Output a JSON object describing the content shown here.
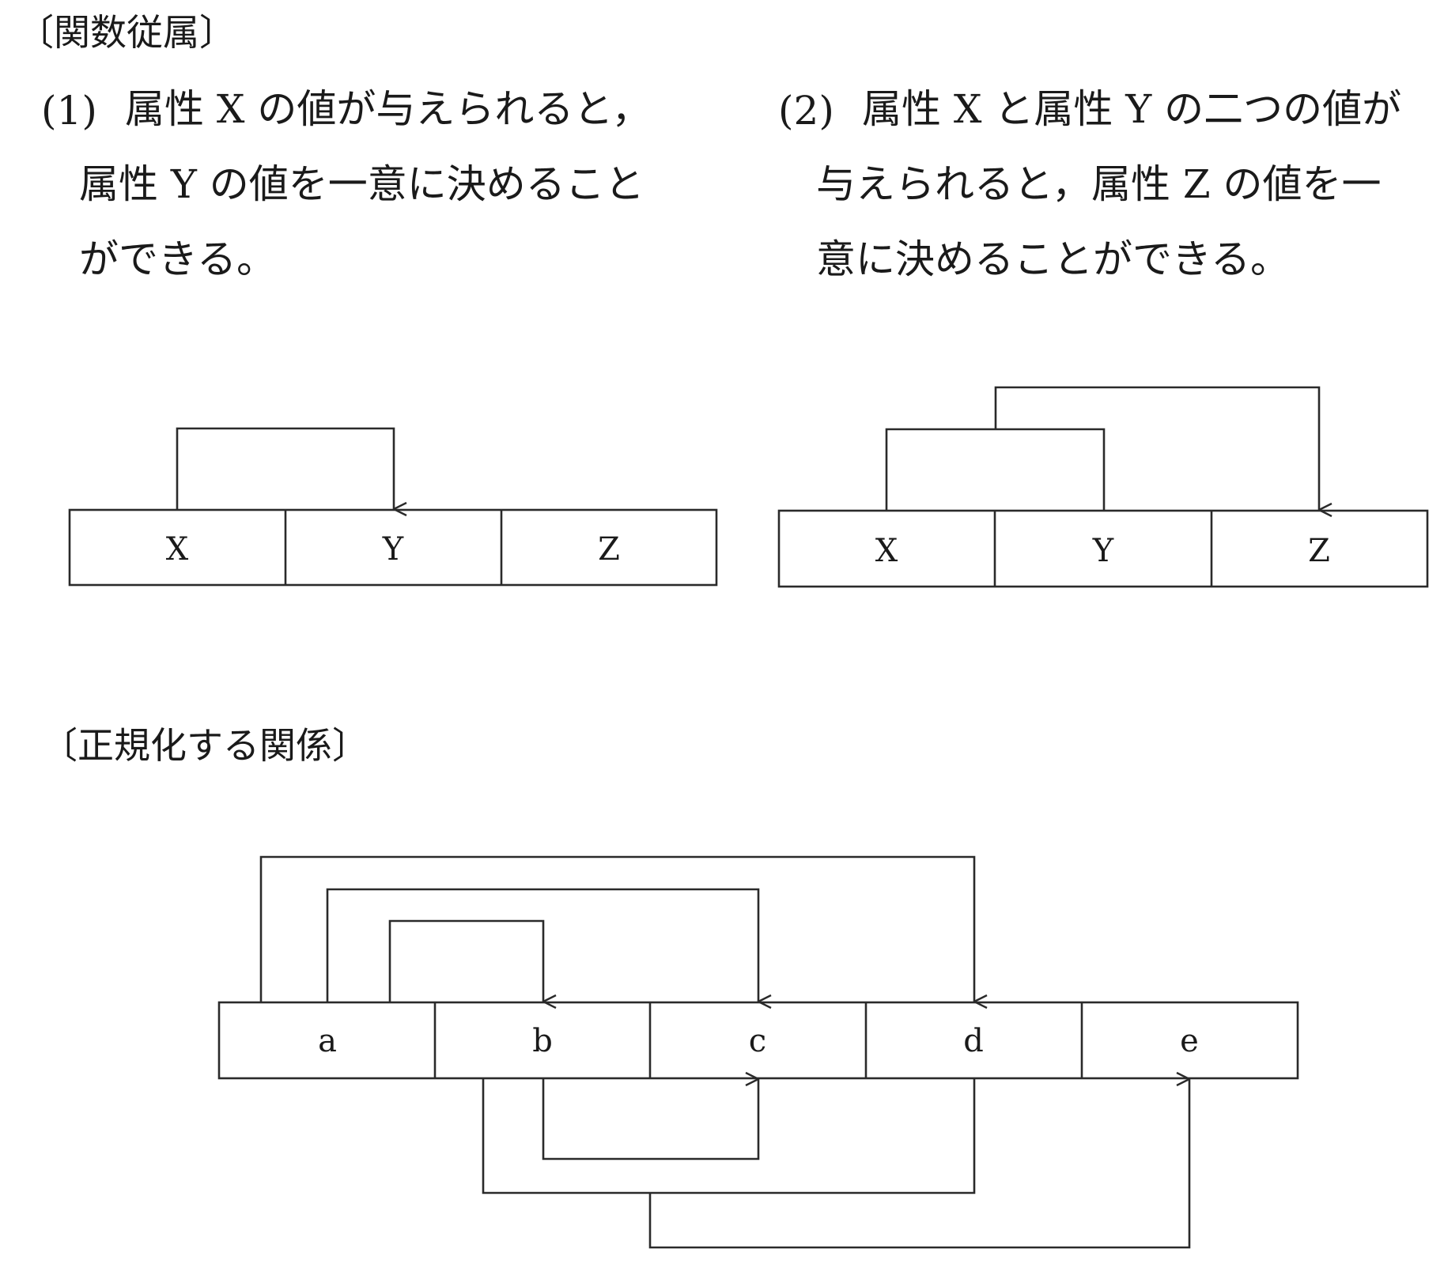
{
  "headings": {
    "functional_dependency": "〔関数従属〕",
    "normalization": "〔正規化する関係〕"
  },
  "case1": {
    "number": "(1)",
    "lines": [
      "属性 X の値が与えられると，",
      "属性 Y の値を一意に決めること",
      "ができる。"
    ],
    "cells": [
      "X",
      "Y",
      "Z"
    ]
  },
  "case2": {
    "number": "(2)",
    "lines": [
      "属性 X と属性 Y の二つの値が",
      "与えられると，属性 Z の値を一",
      "意に決めることができる。"
    ],
    "cells": [
      "X",
      "Y",
      "Z"
    ]
  },
  "relation": {
    "cells": [
      "a",
      "b",
      "c",
      "d",
      "e"
    ]
  }
}
